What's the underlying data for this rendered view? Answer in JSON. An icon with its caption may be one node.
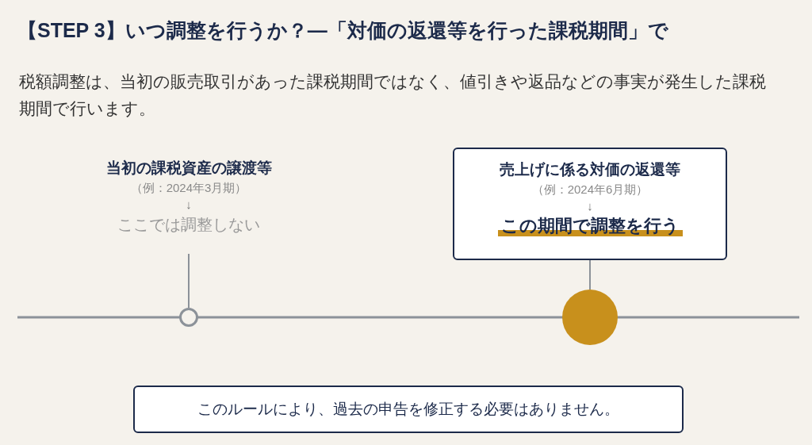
{
  "diagram": {
    "title": "【STEP 3】いつ調整を行うか？―「対価の返還等を行った課税期間」で",
    "nodes": [
      {
        "text": [
          "当初の課税資産の譲渡等",
          "（例：2024年3月期）",
          "↓",
          "ここでは調整しない"
        ]
      },
      {
        "text": [],
        "shape": "circle"
      },
      {
        "text": [
          "売上げに係る対価の返還等",
          "（例：2024年6月期）",
          "↓",
          "この期間で調整を行う"
        ]
      },
      {
        "text": [],
        "shape": "circle"
      },
      {
        "text": [
          "このルールにより、過去の申告を修正する必要はありません。"
        ]
      }
    ],
    "edges": [
      {
        "from": 0,
        "to": 1,
        "arrow": "none"
      },
      {
        "from": 2,
        "to": 3,
        "arrow": "none"
      }
    ],
    "labels": [
      "税額調整は、当初の販売取引があった課税期間ではなく、値引きや返品などの事実が発生した課税期間で行います。"
    ]
  }
}
